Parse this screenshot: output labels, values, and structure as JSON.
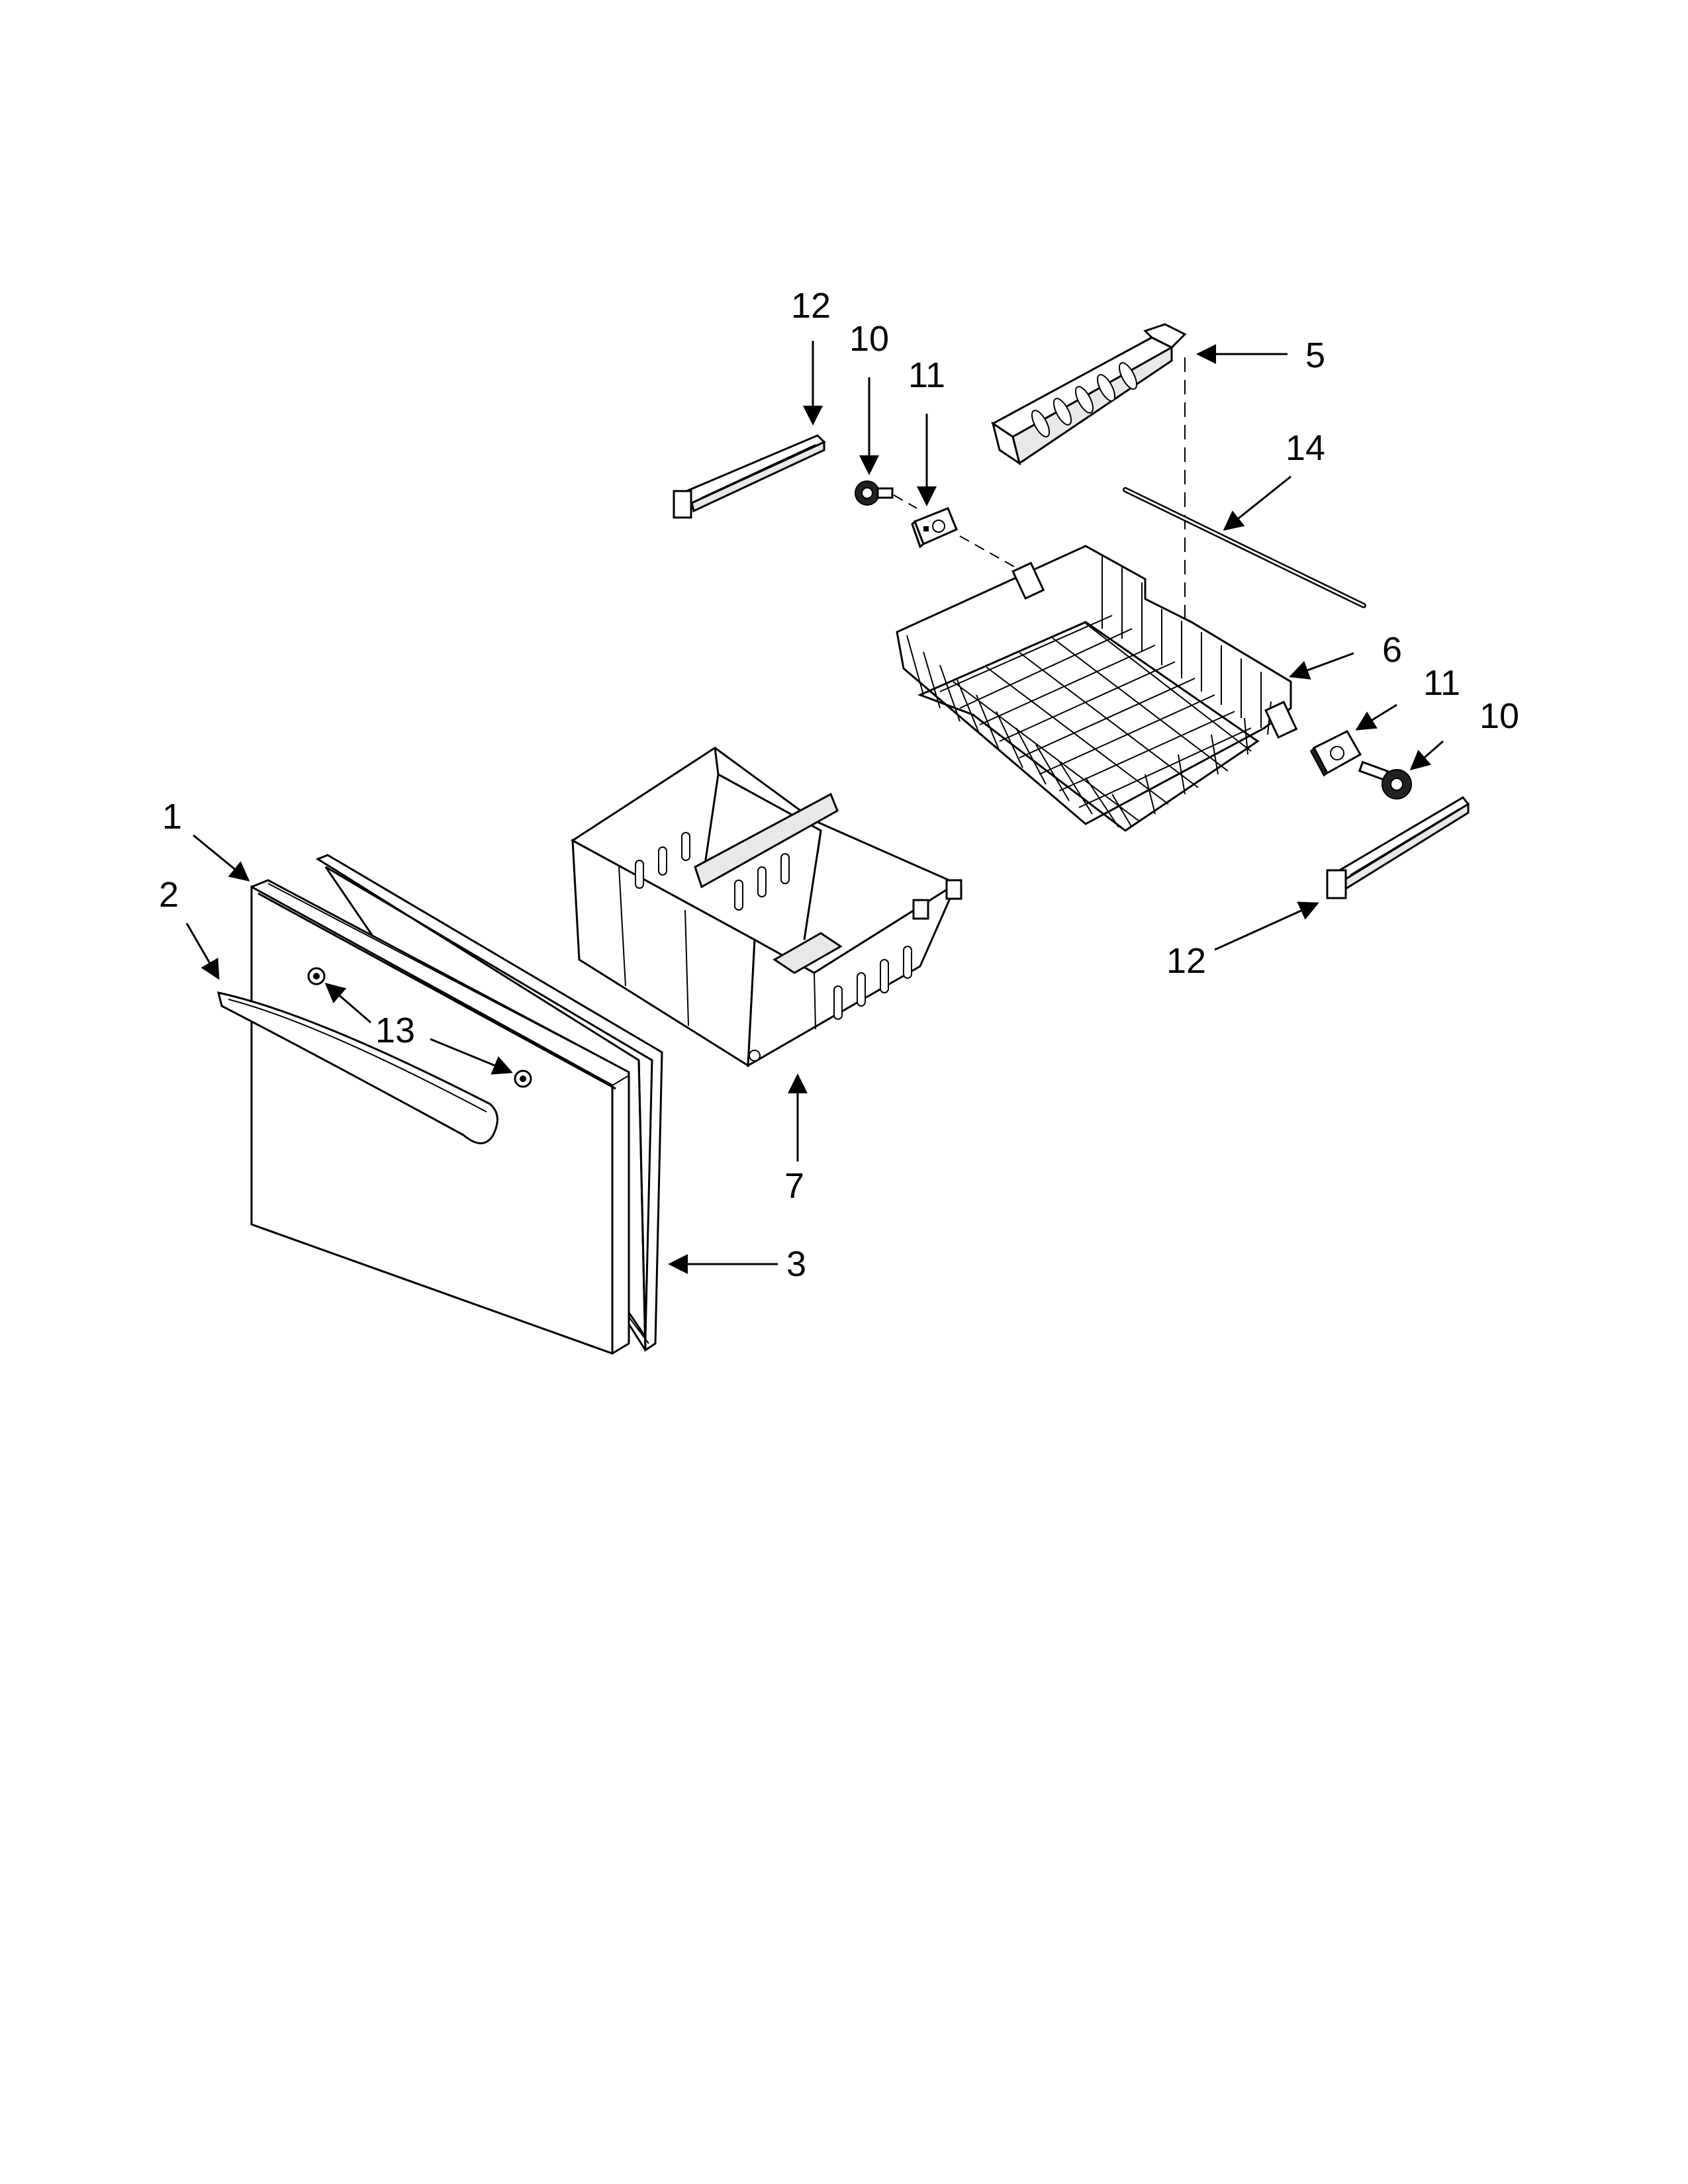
{
  "callouts": {
    "door": "1",
    "handle": "2",
    "gasket": "3",
    "divider_bracket": "5",
    "wire_basket": "6",
    "drawer_bin": "7",
    "gear_upper": "10",
    "gear_lower": "10",
    "bracket_upper": "11",
    "bracket_lower": "11",
    "rail_upper": "12",
    "rail_lower": "12",
    "screws": "13",
    "rod": "14"
  }
}
